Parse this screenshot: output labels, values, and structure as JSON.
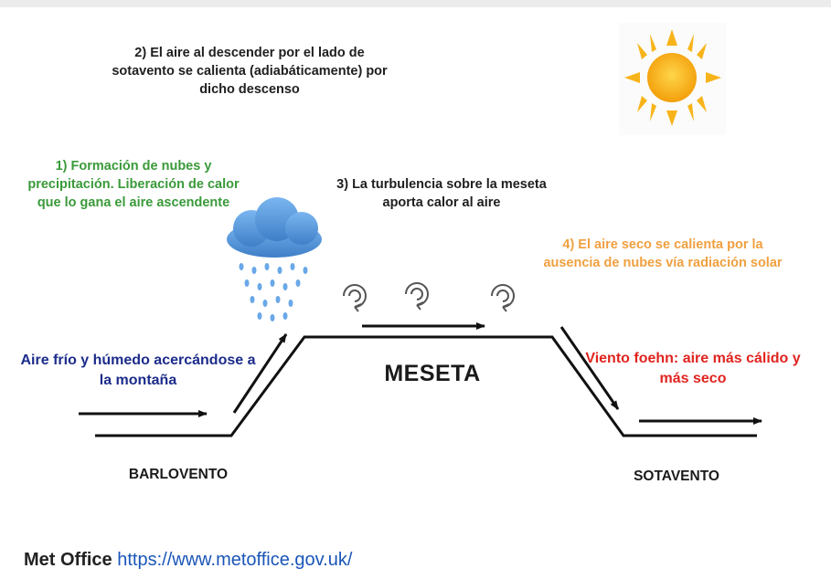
{
  "diagram": {
    "step2_text": "2) El aire al descender por el lado de sotavento se calienta (adiabáticamente) por dicho descenso",
    "step1_text": "1) Formación de nubes y precipitación. Liberación de calor que lo gana el aire ascendente",
    "step3_text": "3) La turbulencia sobre la meseta aporta calor al aire",
    "step4_text": "4) El aire seco se calienta por la ausencia de nubes vía radiación solar",
    "cold_air_text": "Aire frío y húmedo acercándose a la montaña",
    "foehn_text": "Viento foehn: aire más cálido y más seco",
    "plateau_label": "MESETA",
    "windward_label": "BARLOVENTO",
    "leeward_label": "SOTAVENTO",
    "icons": [
      "sun-icon",
      "rain-cloud-icon",
      "turbulence-icon"
    ],
    "colors": {
      "step1": "#3a9a3a",
      "step4": "#f0a040",
      "cold_air": "#1c2c8a",
      "foehn": "#e0241f",
      "sun": "#f5b50a",
      "cloud": "#4a8fd8"
    }
  },
  "source": {
    "org": "Met Office",
    "url": "https://www.metoffice.gov.uk/"
  }
}
